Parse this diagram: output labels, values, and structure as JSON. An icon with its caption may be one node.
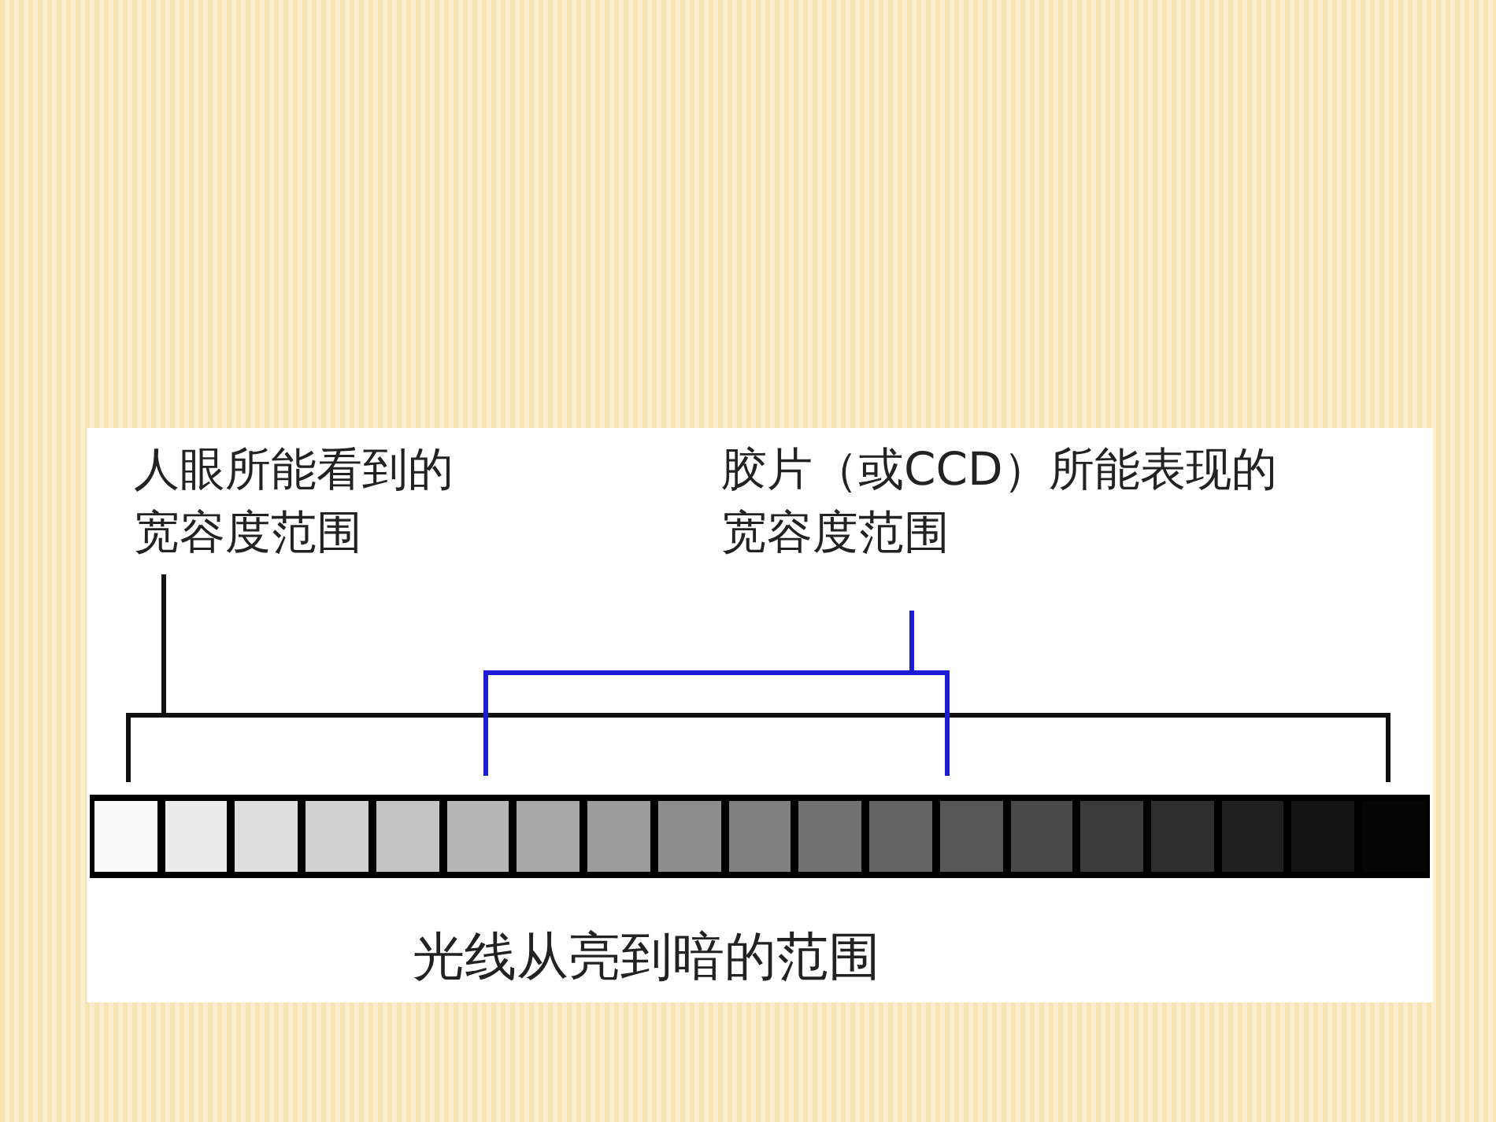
{
  "diagram": {
    "nodes": [
      {
        "text": [
          "人眼所能看到的宽容度范围"
        ]
      },
      {
        "text": [
          "胶片（或CCD）所能表现的宽容度范围"
        ]
      },
      {
        "text": [],
        "shape": "bracket"
      },
      {
        "text": [],
        "shape": "bracket"
      }
    ],
    "edges": [
      {
        "from": 0,
        "to": 2,
        "arrow": "none"
      },
      {
        "from": 1,
        "to": 3,
        "arrow": "none",
        "color": "#1c1cd6"
      }
    ],
    "labels": [
      "光线从亮到暗的范围"
    ]
  }
}
